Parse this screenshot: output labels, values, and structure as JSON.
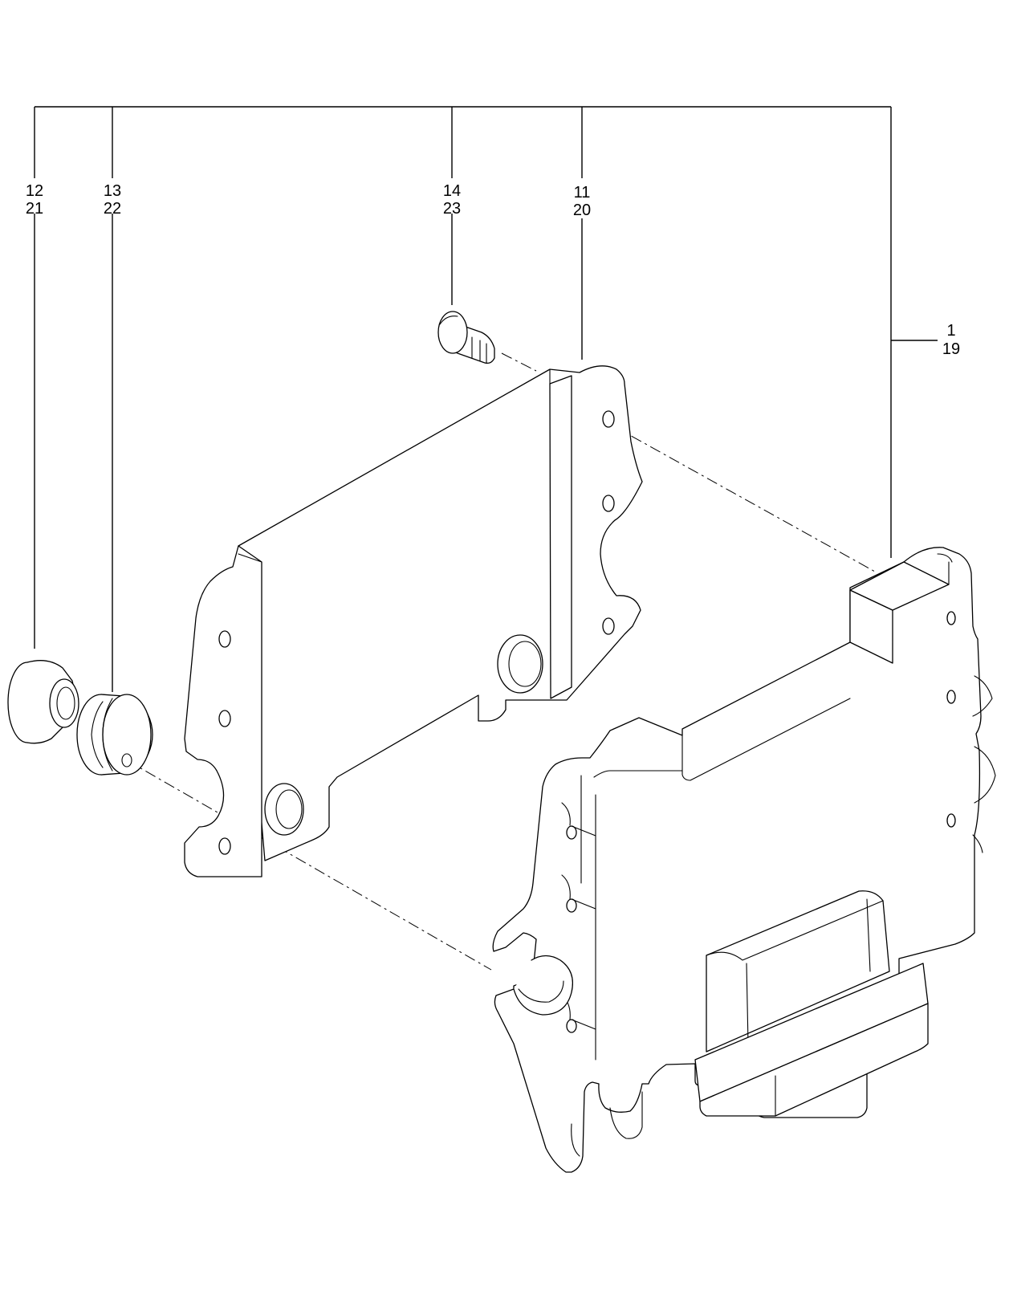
{
  "diagram": {
    "callouts": [
      {
        "id": "c12",
        "top": "12",
        "bottom": "21"
      },
      {
        "id": "c13",
        "top": "13",
        "bottom": "22"
      },
      {
        "id": "c14",
        "top": "14",
        "bottom": "23"
      },
      {
        "id": "c11",
        "top": "11",
        "bottom": "20"
      },
      {
        "id": "c1",
        "top": "1",
        "bottom": "19"
      }
    ],
    "parts": [
      {
        "ref": "12",
        "name": "bushing"
      },
      {
        "ref": "13",
        "name": "grommet"
      },
      {
        "ref": "14",
        "name": "screw"
      },
      {
        "ref": "11",
        "name": "bracket"
      },
      {
        "ref": "1",
        "name": "control-module"
      }
    ]
  }
}
